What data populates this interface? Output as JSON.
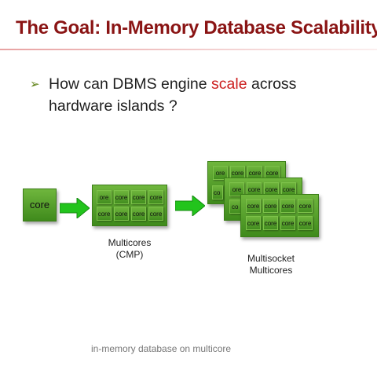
{
  "slide": {
    "title": "The Goal: In-Memory Database Scalability",
    "bullet": {
      "marker": "➢",
      "text_before": "How can DBMS engine ",
      "highlight": "scale",
      "text_after": " across hardware islands ?"
    },
    "footer": "in-memory database on multicore"
  },
  "diagram": {
    "single_core_label": "core",
    "multicore": {
      "caption_line1": "Multicores",
      "caption_line2": "(CMP)",
      "cells": [
        "ore",
        "core",
        "core",
        "core",
        "core",
        "core",
        "core",
        "core"
      ]
    },
    "multisocket": {
      "caption_line1": "Multisocket",
      "caption_line2": "Multicores",
      "back_top_row": [
        "ore",
        "core",
        "core",
        "core"
      ],
      "middle_top_row": [
        "ore",
        "core",
        "core",
        "core"
      ],
      "middle_side_labels": [
        "co",
        "co"
      ],
      "front_cells": [
        "core",
        "core",
        "core",
        "core",
        "core",
        "core",
        "core",
        "core"
      ]
    }
  },
  "colors": {
    "title": "#8a1414",
    "highlight": "#cc1f1f",
    "chip_green": "#4e9a27",
    "arrow_green": "#22c41c",
    "bullet_marker": "#5b7f10"
  }
}
